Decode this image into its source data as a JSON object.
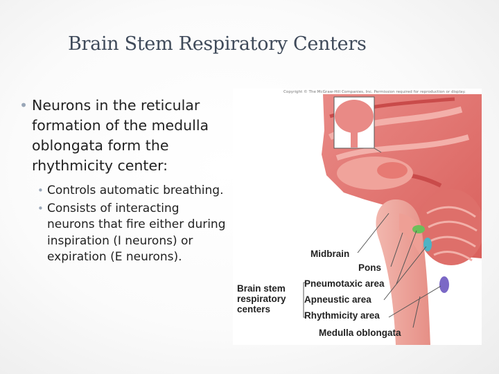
{
  "title": "Brain Stem Respiratory Centers",
  "bullets": {
    "main": "Neurons in the reticular formation of the medulla oblongata form the rhythmicity center:",
    "sub": [
      "Controls automatic breathing.",
      "Consists of interacting neurons that fire either during inspiration (I neurons) or expiration (E neurons)."
    ]
  },
  "figure": {
    "copyright": "Copyright © The McGraw-Hill Companies, Inc. Permission required for reproduction or display.",
    "labels": {
      "midbrain": "Midbrain",
      "pons": "Pons",
      "pneumotaxic": "Pneumotaxic area",
      "apneustic": "Apneustic area",
      "rhythmicity": "Rhythmicity area",
      "medulla": "Medulla oblongata",
      "brainstem_1": "Brain stem",
      "brainstem_2": "respiratory",
      "brainstem_3": "centers"
    },
    "colors": {
      "pneumotaxic": "#6cbf5a",
      "apneustic": "#4fb3c4",
      "rhythmicity": "#7b68c6"
    }
  }
}
